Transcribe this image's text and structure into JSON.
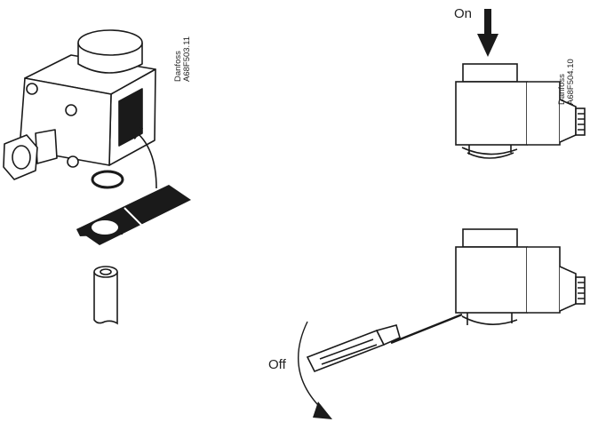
{
  "labels": {
    "on": "On",
    "off": "Off"
  },
  "references": {
    "left_brand": "Danfoss",
    "left_code": "A68F503.11",
    "right_brand": "Danfoss",
    "right_code": "A68F504.10"
  },
  "colors": {
    "ink": "#1a1a1a",
    "fill": "#ffffff"
  }
}
